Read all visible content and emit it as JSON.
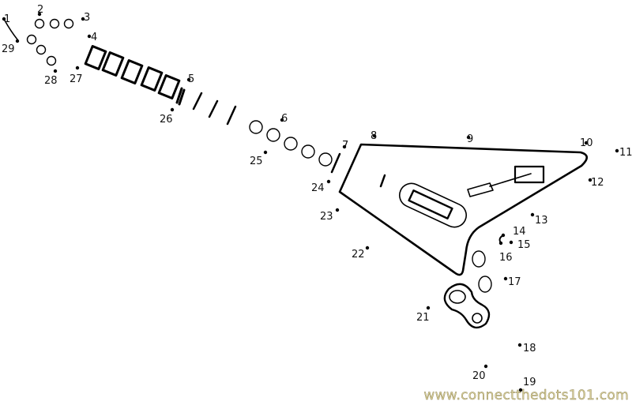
{
  "puzzle": {
    "dot_labels": [
      "1",
      "2",
      "3",
      "4",
      "5",
      "6",
      "7",
      "8",
      "9",
      "10",
      "11",
      "12",
      "13",
      "14",
      "15",
      "16",
      "17",
      "18",
      "19",
      "20",
      "21",
      "22",
      "23",
      "24",
      "25",
      "26",
      "27",
      "28",
      "29"
    ]
  },
  "watermark": "www.connectthedots101.com"
}
